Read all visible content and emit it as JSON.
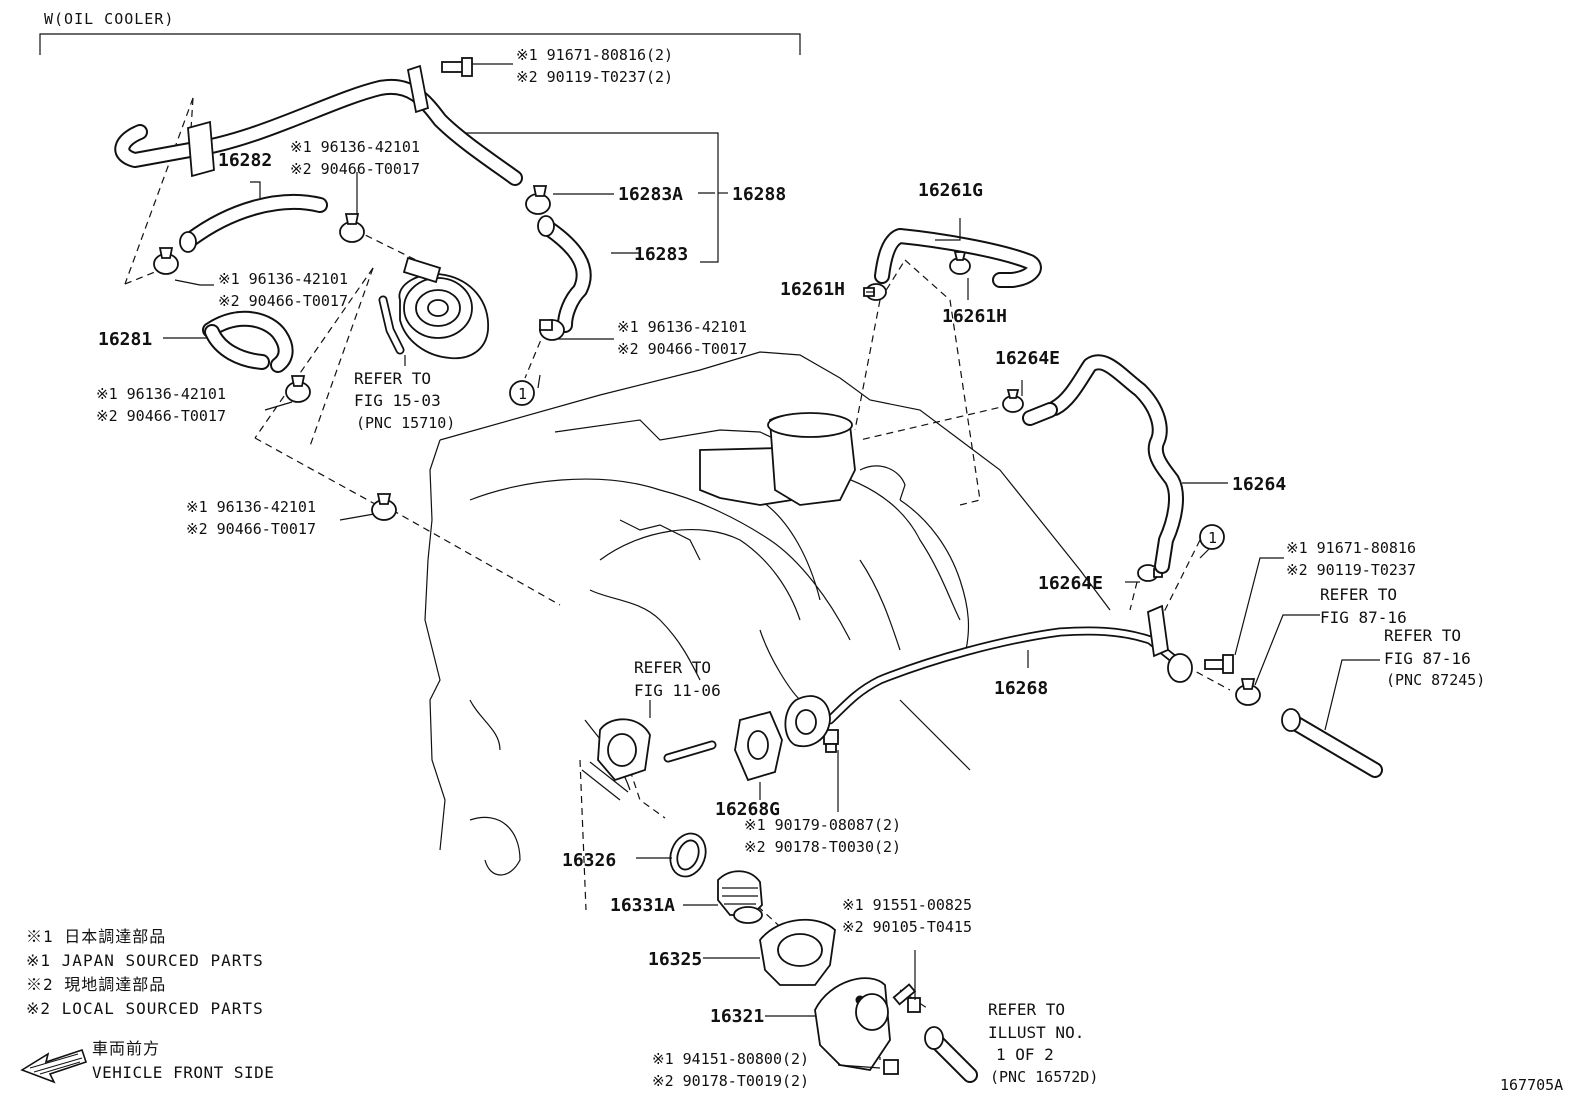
{
  "header": {
    "variant_label": "W(OIL COOLER)"
  },
  "labels": {
    "p16282": "16282",
    "p16283A": "16283A",
    "p16288": "16288",
    "p16283": "16283",
    "p16281": "16281",
    "p16261G": "16261G",
    "p16261H_a": "16261H",
    "p16261H_b": "16261H",
    "p16264E_a": "16264E",
    "p16264": "16264",
    "p16264E_b": "16264E",
    "p16268": "16268",
    "p16268G": "16268G",
    "p16326": "16326",
    "p16331A": "16331A",
    "p16325": "16325",
    "p16321": "16321"
  },
  "callouts": {
    "bolt_top": {
      "line1": "※1 91671-80816(2)",
      "line2": "※2 90119-T0237(2)"
    },
    "clamp_a": {
      "line1": "※1 96136-42101",
      "line2": "※2 90466-T0017"
    },
    "clamp_b": {
      "line1": "※1 96136-42101",
      "line2": "※2 90466-T0017"
    },
    "clamp_c": {
      "line1": "※1 96136-42101",
      "line2": "※2 90466-T0017"
    },
    "clamp_d": {
      "line1": "※1 96136-42101",
      "line2": "※2 90466-T0017"
    },
    "clamp_e": {
      "line1": "※1 96136-42101",
      "line2": "※2 90466-T0017"
    },
    "bolt_right": {
      "line1": "※1 91671-80816",
      "line2": "※2 90119-T0237"
    },
    "nut_mid": {
      "line1": "※1 90179-08087(2)",
      "line2": "※2 90178-T0030(2)"
    },
    "bolt_lower": {
      "line1": "※1 91551-00825",
      "line2": "※2 90105-T0415"
    },
    "nut_bottom": {
      "line1": "※1 94151-80800(2)",
      "line2": "※2 90178-T0019(2)"
    }
  },
  "references": {
    "fig15": {
      "l1": "REFER TO",
      "l2": "FIG 15-03",
      "l3": "(PNC 15710)"
    },
    "fig11": {
      "l1": "REFER TO",
      "l2": "FIG 11-06"
    },
    "fig87a": {
      "l1": "REFER TO",
      "l2": "FIG 87-16"
    },
    "fig87b": {
      "l1": "REFER TO",
      "l2": "FIG 87-16",
      "l3": "(PNC 87245)"
    },
    "illust": {
      "l1": "REFER TO",
      "l2": "ILLUST NO.",
      "l3": "1 OF 2",
      "l4": "(PNC 16572D)"
    }
  },
  "markers": {
    "circle_left": "1",
    "circle_right": "1"
  },
  "legend": {
    "line1": "※1 日本調達部品",
    "line2": "※1 JAPAN SOURCED PARTS",
    "line3": "※2 現地調達部品",
    "line4": "※2 LOCAL SOURCED PARTS",
    "front_jp": "車両前方",
    "front_en": "VEHICLE FRONT SIDE"
  },
  "illustration_code": "167705A",
  "icons": {
    "front_arrow": "left-arrow-icon"
  }
}
